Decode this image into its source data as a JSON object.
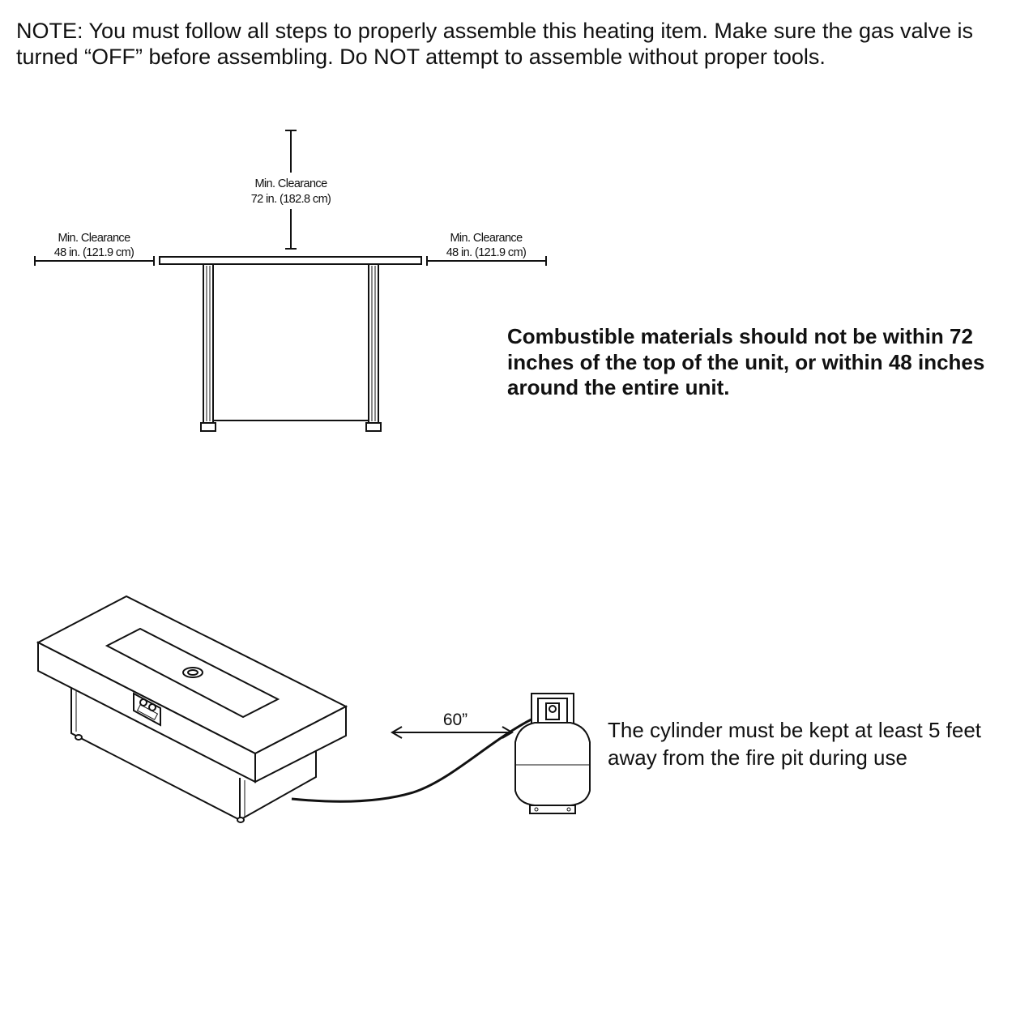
{
  "note": "NOTE: You must follow all steps to properly assemble this heating item. Make sure the gas valve is turned “OFF” before assembling. Do NOT attempt to assemble without proper tools.",
  "clearance": {
    "top": {
      "line1": "Min. Clearance",
      "line2": "72 in. (182.8 cm)"
    },
    "left": {
      "line1": "Min. Clearance",
      "line2": "48 in. (121.9 cm)"
    },
    "right": {
      "line1": "Min. Clearance",
      "line2": "48 in. (121.9 cm)"
    }
  },
  "combustible_note": "Combustible materials should not be within 72 inches of the top of the unit, or within 48 inches around the entire unit.",
  "distance_label": "60”",
  "cylinder_note": "The cylinder must be kept at least 5 feet away from the fire pit during use"
}
